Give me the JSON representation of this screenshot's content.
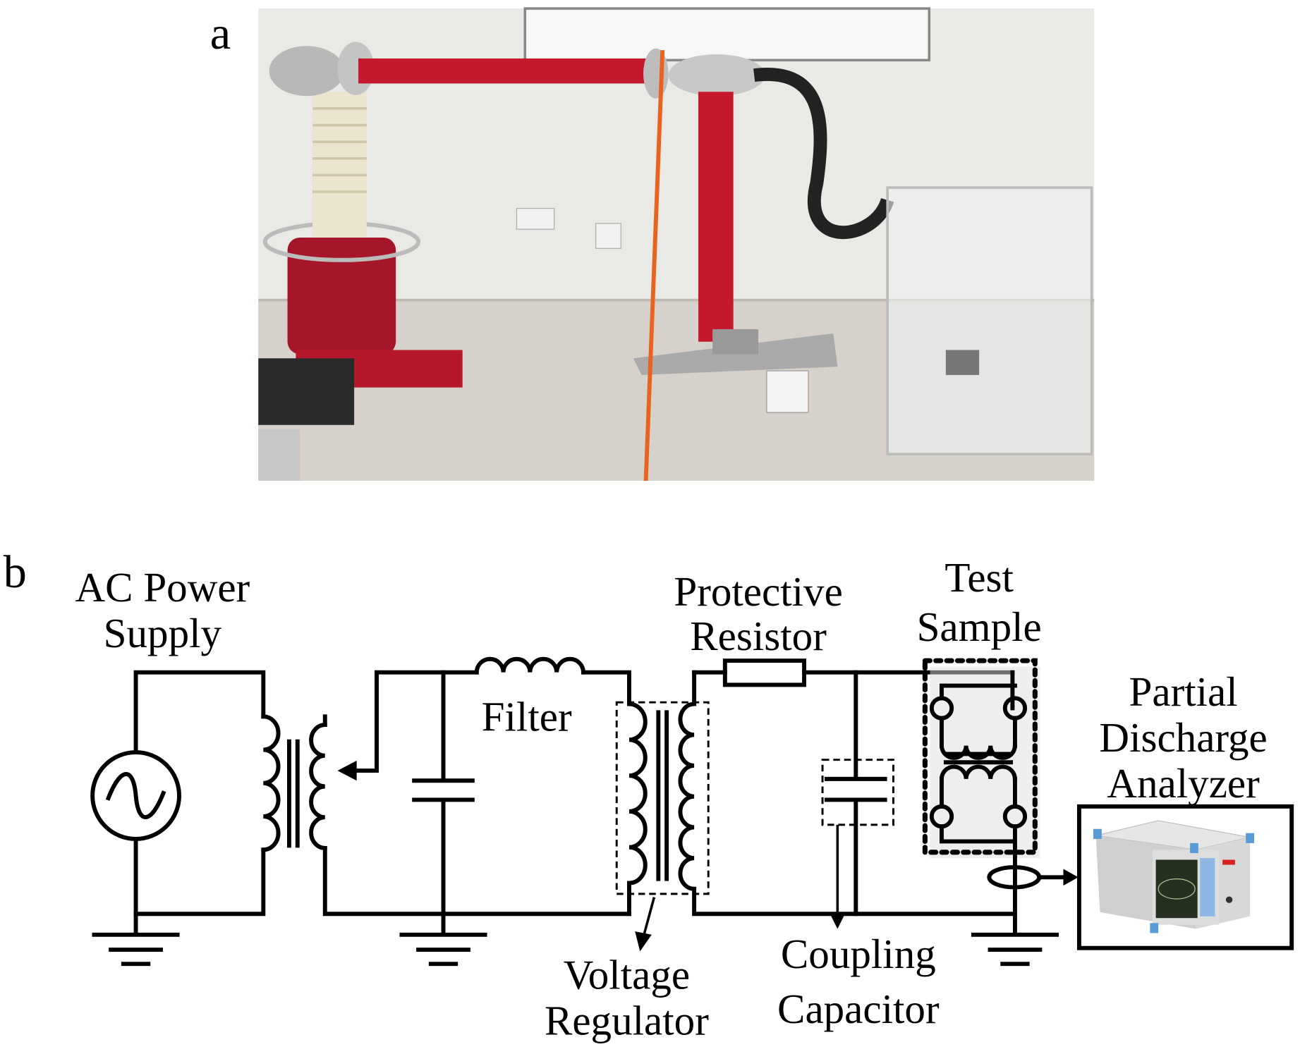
{
  "panels": {
    "a": "a",
    "b": "b"
  },
  "labels": {
    "ac_power_1": "AC Power",
    "ac_power_2": "Supply",
    "filter": "Filter",
    "protective_1": "Protective",
    "protective_2": "Resistor",
    "test_1": "Test",
    "test_2": "Sample",
    "pd_1": "Partial",
    "pd_2": "Discharge",
    "pd_3": "Analyzer",
    "vr_1": "Voltage",
    "vr_2": "Regulator",
    "cc_1": "Coupling",
    "cc_2": "Capacitor"
  },
  "colors": {
    "equipment_red": "#b5182a",
    "wall": "#e9e9e6",
    "floor": "#d6d1ca",
    "analyzer_accent": "#5b9bd5"
  }
}
